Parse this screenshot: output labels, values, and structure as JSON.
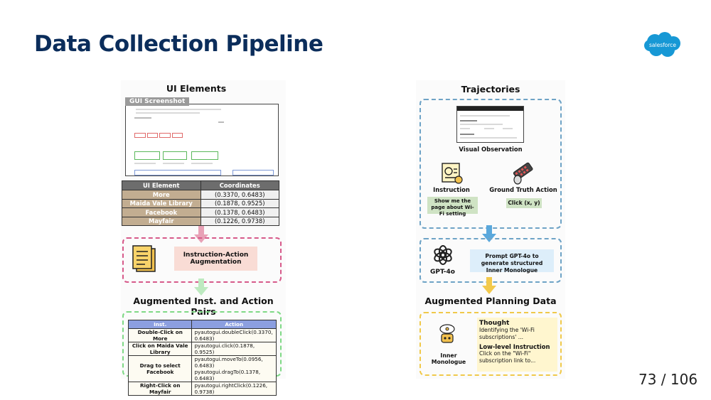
{
  "slide": {
    "title": "Data Collection Pipeline",
    "page_number": "73 / 106",
    "logo_text": "salesforce"
  },
  "left": {
    "ui_elements_heading": "UI Elements",
    "gui_screenshot_label": "GUI Screenshot",
    "table": {
      "headers": [
        "UI Element",
        "Coordinates"
      ],
      "rows": [
        {
          "element": "More",
          "coords": "(0.3370, 0.6483)"
        },
        {
          "element": "Maida Vale Library",
          "coords": "(0.1878, 0.9525)"
        },
        {
          "element": "Facebook",
          "coords": "(0.1378, 0.6483)"
        },
        {
          "element": "Mayfair",
          "coords": "(0.1226, 0.9738)"
        }
      ]
    },
    "augmentation_label": "Instruction-Action Augmentation",
    "pairs_heading": "Augmented Inst. and Action Pairs",
    "pairs": {
      "headers": [
        "Inst.",
        "Action"
      ],
      "rows": [
        {
          "inst": "Double-Click on More",
          "action": "pyautogui.doubleClick(0.3370, 0.6483)"
        },
        {
          "inst": "Click on Maida Vale Library",
          "action": "pyautogui.click(0.1878, 0.9525)"
        },
        {
          "inst": "Drag to select Facebook",
          "action": "pyautogui.moveTo(0.0956, 0.6483)",
          "action2": "pyautogui.dragTo(0.1378, 0.6483)"
        },
        {
          "inst": "Right-Click on Mayfair",
          "action": "pyautogui.rightClick(0.1226, 0.9738)"
        }
      ]
    }
  },
  "right": {
    "trajectories_heading": "Trajectories",
    "visual_observation_label": "Visual Observation",
    "instruction_label": "Instruction",
    "instruction_text": "Show me the page about Wi-Fi setting",
    "ground_truth_label": "Ground Truth Action",
    "ground_truth_text": "Click (x, y)",
    "gpt_label": "GPT-4o",
    "prompt_text": "Prompt GPT-4o to generate structured Inner Monologue",
    "planning_heading": "Augmented Planning Data",
    "inner_monologue_label": "Inner Monologue",
    "thought_title": "Thought",
    "thought_text": "Identifying the 'Wi-Fi subscriptions' ...",
    "lowlevel_title": "Low-level Instruction",
    "lowlevel_text": "Click on the \"Wi-Fi\" subscription link to..."
  },
  "colors": {
    "title": "#0b2d5b",
    "logo": "#1798d5",
    "pink_dash": "#d75a8a",
    "green_dash": "#7fd986",
    "blue_dash": "#6ea3c6",
    "yellow_dash": "#f0c94a",
    "pink_arrow": "#e8a1b6",
    "green_arrow": "#bdeac0",
    "blue_arrow": "#5aa8dc",
    "yellow_arrow": "#f2c94c"
  }
}
